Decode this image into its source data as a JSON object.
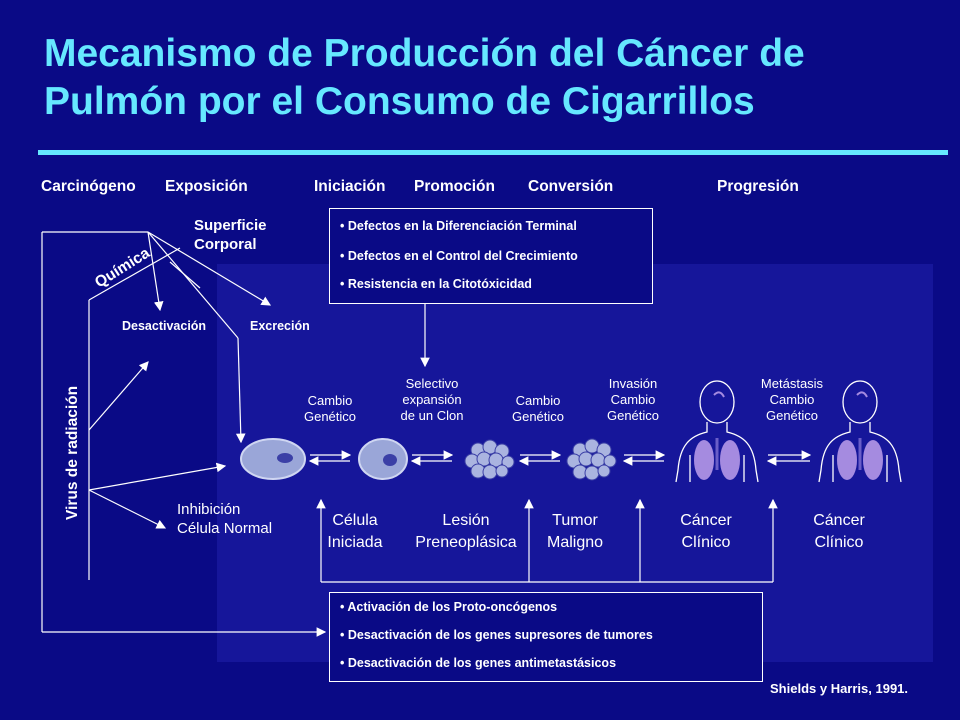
{
  "title": "Mecanismo de Producción del Cáncer de Pulmón por el Consumo de Cigarrillos",
  "headers": {
    "carcinogeno": "Carcinógeno",
    "exposicion": "Exposición",
    "iniciacion": "Iniciación",
    "promocion": "Promoción",
    "conversion": "Conversión",
    "progresion": "Progresión"
  },
  "top_box": [
    "• Defectos en la Diferenciación Terminal",
    "• Defectos en el Control del Crecimiento",
    "• Resistencia en la Citotóxicidad"
  ],
  "bottom_box": [
    "• Activación de los Proto-oncógenos",
    "• Desactivación de los genes supresores de tumores",
    "• Desactivación de los genes antimetastásicos"
  ],
  "left": {
    "quimica": "Química",
    "virus": "Virus de radiación",
    "superficie": [
      "Superficie",
      "Corporal"
    ],
    "desactivacion": "Desactivación",
    "excrecion": "Excreción",
    "inhibicion": [
      "Inhibición",
      "Célula Normal"
    ]
  },
  "changes": [
    [
      "Cambio",
      "Genético"
    ],
    [
      "Selectivo",
      "expansión",
      "de un Clon"
    ],
    [
      "Cambio",
      "Genético"
    ],
    [
      "Invasión",
      "Cambio",
      "Genético"
    ],
    [
      "Metástasis",
      "Cambio",
      "Genético"
    ]
  ],
  "stages": [
    [
      "Célula",
      "Iniciada"
    ],
    [
      "Lesión",
      "Preneoplásica"
    ],
    [
      "Tumor",
      "Maligno"
    ],
    [
      "Cáncer",
      "Clínico"
    ],
    [
      "Cáncer",
      "Clínico"
    ]
  ],
  "citation": "Shields y Harris, 1991.",
  "colors": {
    "background": "#0a0a86",
    "panel": "#16169a",
    "title": "#66e8ff",
    "cell": "#9aa6d8",
    "human_outline": "#ffffff",
    "lung": "#a58be0"
  },
  "icons": [
    "normal-cell-icon",
    "initiated-cell-icon",
    "cell-cluster-icon",
    "tumor-cluster-icon",
    "human-torso-icon",
    "human-torso-icon"
  ]
}
